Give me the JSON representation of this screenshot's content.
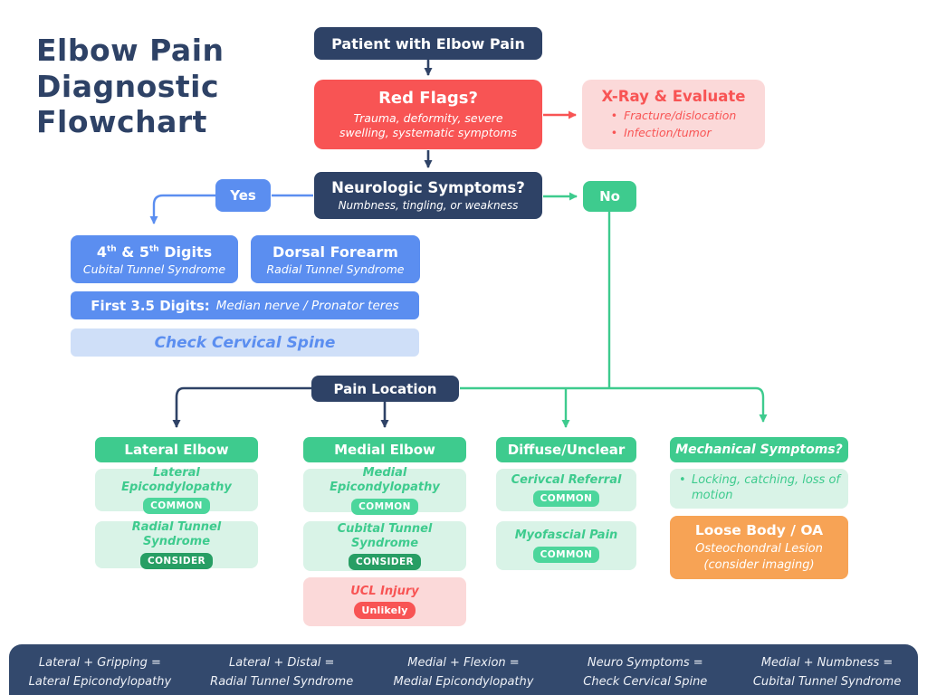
{
  "title": {
    "lines": [
      "Elbow Pain",
      "Diagnostic",
      "Flowchart"
    ]
  },
  "colors": {
    "navy": "#2e4266",
    "footer_navy": "#33496d",
    "red": "#f85454",
    "pink": "#fbd9d9",
    "blue": "#5b8ef0",
    "light_blue": "#cfdff8",
    "green": "#3ecb8e",
    "mint": "#d9f3e7",
    "badge_common": "#4cd69c",
    "badge_consider": "#279e64",
    "badge_unlikely": "#f85454",
    "orange": "#f7a355",
    "background": "#ffffff"
  },
  "nodes": {
    "patient": {
      "label": "Patient with Elbow Pain"
    },
    "red_flags": {
      "title": "Red Flags?",
      "subtitle": "Trauma, deformity, severe swelling, systematic symptoms"
    },
    "xray": {
      "title": "X-Ray & Evaluate",
      "bullets": [
        "Fracture/dislocation",
        "Infection/tumor"
      ]
    },
    "neuro": {
      "title": "Neurologic Symptoms?",
      "subtitle": "Numbness, tingling, or weakness"
    },
    "yes": {
      "label": "Yes"
    },
    "no": {
      "label": "No"
    },
    "digits45": {
      "t1": "4",
      "sup1": "th",
      "t2": " & 5",
      "sup2": "th",
      "t3": " Digits",
      "subtitle": "Cubital Tunnel Syndrome"
    },
    "dorsal": {
      "title": "Dorsal Forearm",
      "subtitle": "Radial Tunnel Syndrome"
    },
    "first35": {
      "bold": "First 3.5 Digits:",
      "italic": "Median nerve / Pronator teres"
    },
    "cervical": {
      "label": "Check Cervical Spine"
    },
    "pain_location": {
      "label": "Pain Location"
    }
  },
  "columns": [
    {
      "header": "Lateral Elbow",
      "items": [
        {
          "label": "Lateral Epicondylopathy",
          "badge": "COMMON"
        },
        {
          "label": "Radial Tunnel Syndrome",
          "badge": "CONSIDER"
        }
      ]
    },
    {
      "header": "Medial Elbow",
      "items": [
        {
          "label": "Medial Epicondylopathy",
          "badge": "COMMON"
        },
        {
          "label": "Cubital Tunnel Syndrome",
          "badge": "CONSIDER"
        },
        {
          "label": "UCL Injury",
          "badge": "Unlikely"
        }
      ]
    },
    {
      "header": "Diffuse/Unclear",
      "items": [
        {
          "label": "Cerivcal Referral",
          "badge": "COMMON"
        },
        {
          "label": "Myofascial Pain",
          "badge": "COMMON"
        }
      ]
    },
    {
      "header": "Mechanical Symptoms?",
      "bullet": "Locking, catching, loss of motion",
      "result": {
        "title": "Loose Body / OA",
        "subtitle": "Osteochondral Lesion (consider imaging)"
      }
    }
  ],
  "footer": {
    "items": [
      {
        "top": "Lateral + Gripping =",
        "bottom": "Lateral Epicondylopathy"
      },
      {
        "top": "Lateral + Distal =",
        "bottom": "Radial Tunnel Syndrome"
      },
      {
        "top": "Medial + Flexion =",
        "bottom": "Medial Epicondylopathy"
      },
      {
        "top": "Neuro Symptoms =",
        "bottom": "Check Cervical Spine"
      },
      {
        "top": "Medial + Numbness =",
        "bottom": "Cubital Tunnel Syndrome"
      }
    ]
  }
}
